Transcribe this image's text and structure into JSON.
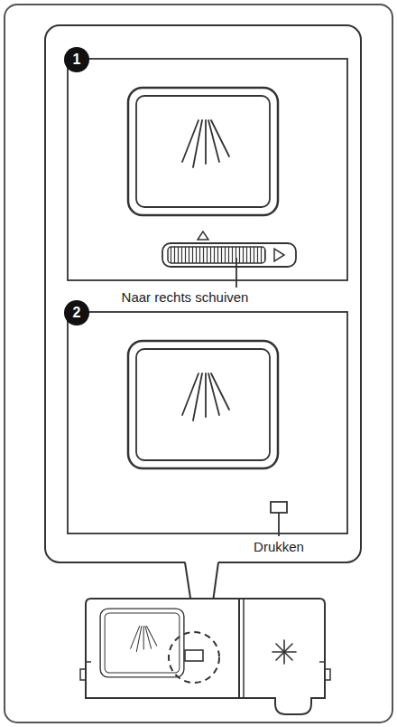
{
  "diagram": {
    "nodes": [
      {
        "text": [
          "1"
        ]
      },
      {
        "text": [
          "2"
        ]
      }
    ],
    "labels": [
      "Naar rechts schuiven",
      "Drukken"
    ]
  }
}
